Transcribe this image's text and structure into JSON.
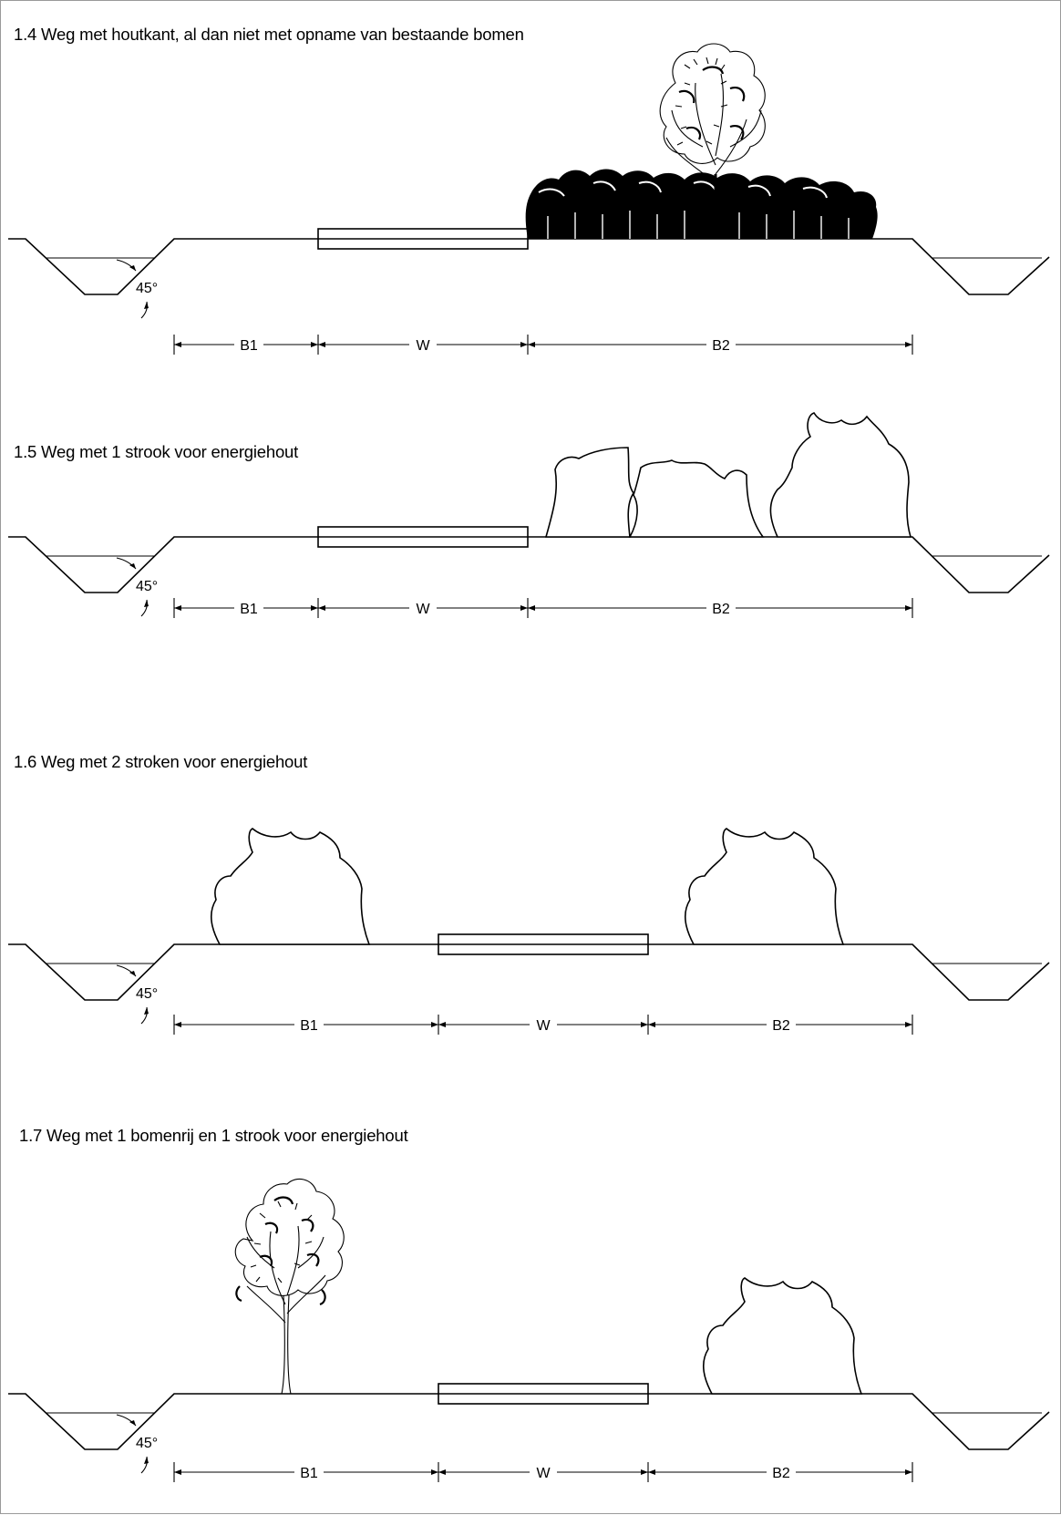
{
  "sections": [
    {
      "title": "1.4 Weg met houtkant, al dan niet met opname van bestaande bomen",
      "angle": "45°",
      "dims": [
        "B1",
        "W",
        "B2"
      ]
    },
    {
      "title": "1.5 Weg met 1 strook voor energiehout",
      "angle": "45°",
      "dims": [
        "B1",
        "W",
        "B2"
      ]
    },
    {
      "title": "1.6 Weg met 2 stroken voor energiehout",
      "angle": "45°",
      "dims": [
        "B1",
        "W",
        "B2"
      ]
    },
    {
      "title": "1.7 Weg met 1 bomenrij en 1 strook voor energiehout",
      "angle": "45°",
      "dims": [
        "B1",
        "W",
        "B2"
      ]
    }
  ]
}
